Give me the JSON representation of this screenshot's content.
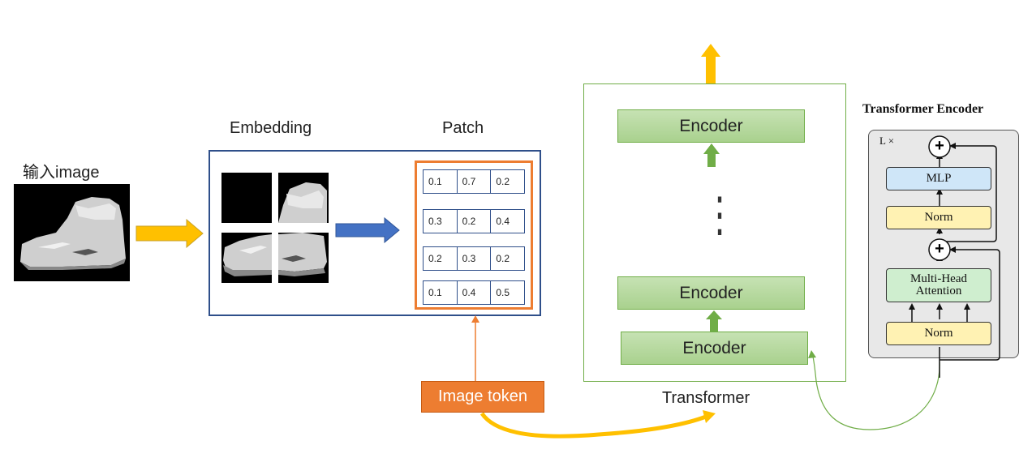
{
  "input": {
    "label": "输入image"
  },
  "embedding": {
    "label": "Embedding"
  },
  "patch": {
    "label": "Patch",
    "rows": [
      [
        "0.1",
        "0.7",
        "0.2"
      ],
      [
        "0.3",
        "0.2",
        "0.4"
      ],
      [
        "0.2",
        "0.3",
        "0.2"
      ],
      [
        "0.1",
        "0.4",
        "0.5"
      ]
    ]
  },
  "image_token": {
    "label": "Image token"
  },
  "transformer": {
    "label": "Transformer",
    "encoder_top": "Encoder",
    "dots": "⋮",
    "encoder_mid": "Encoder",
    "encoder_bottom": "Encoder"
  },
  "transformer_encoder": {
    "title": "Transformer Encoder",
    "repeat": "L ×",
    "mlp": "MLP",
    "norm_top": "Norm",
    "attention": "Multi-Head Attention",
    "norm_bottom": "Norm",
    "plus": "+"
  },
  "colors": {
    "orange": "#ed7d31",
    "gold": "#ffc000",
    "blue": "#4472c4",
    "navy": "#2f4f8a",
    "green": "#70ad47",
    "encoder_fill": "#a9d18e",
    "mlp_fill": "#cfe6f8",
    "norm_fill": "#fff2b3",
    "attention_fill": "#cfeecf",
    "panel_fill": "#e8e8e8"
  }
}
